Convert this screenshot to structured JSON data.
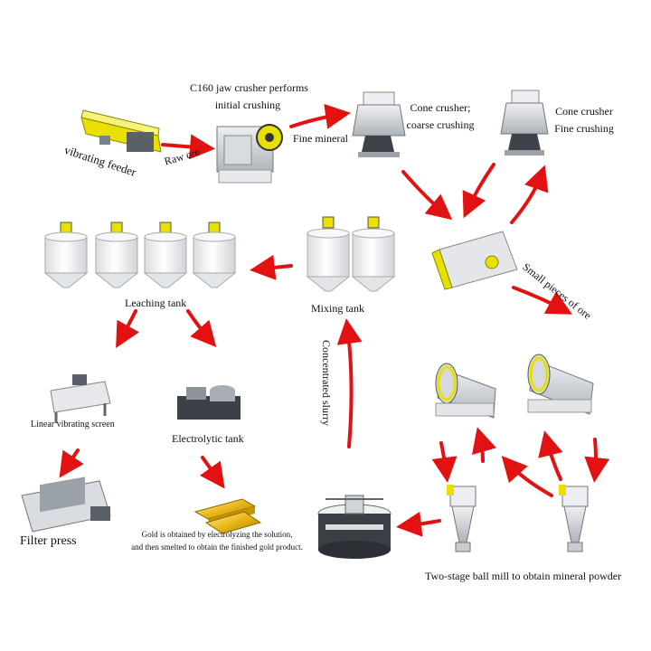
{
  "labels": {
    "vibrating_feeder": "vibrating feeder",
    "raw_ore": "Raw ore",
    "jaw_crusher_line1": "C160 jaw crusher performs",
    "jaw_crusher_line2": "initial crushing",
    "fine_mineral": "Fine mineral",
    "cone_coarse_line1": "Cone crusher;",
    "cone_coarse_line2": "coarse crushing",
    "cone_fine_line1": "Cone crusher",
    "cone_fine_line2": "Fine crushing",
    "small_pieces": "Small pieces of ore",
    "leaching_tank": "Leaching tank",
    "mixing_tank": "Mixing tank",
    "concentrated_slurry": "Concentrated slurry",
    "linear_vibrating_screen": "Linear vibrating screen",
    "electrolytic_tank": "Electrolytic tank",
    "filter_press": "Filter press",
    "gold_line1": "Gold is obtained by electrolyzing the solution,",
    "gold_line2": "and then smelted to obtain the finished gold product.",
    "ball_mill": "Two-stage ball mill to obtain mineral powder"
  },
  "colors": {
    "arrow": "#e31212",
    "machine_yellow": "#e8e000",
    "metal_gray": "#c9cdd2",
    "dark_metal": "#4a4f55",
    "tank_white": "#f4f5f7",
    "gold": "#e8b818"
  }
}
